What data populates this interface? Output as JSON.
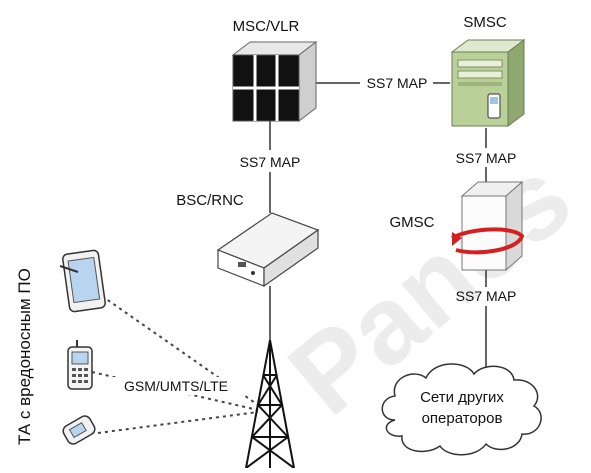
{
  "nodes": {
    "msc_vlr": "MSC/VLR",
    "smsc": "SMSC",
    "bsc_rnc": "BSC/RNC",
    "gmsc": "GMSC"
  },
  "links": {
    "msc_smsc": "SS7 MAP",
    "msc_bsc": "SS7 MAP",
    "smsc_gmsc": "SS7 MAP",
    "gmsc_cloud": "SS7 MAP",
    "radio": "GSM/UMTS/LTE"
  },
  "cloud": {
    "line1": "Сети других",
    "line2": "операторов"
  },
  "side_label": "ТА с вредоносным ПО",
  "watermark": "Panes",
  "colors": {
    "line": "#333333",
    "smsc_green": "#a9c48a",
    "msc_black": "#111111",
    "gmsc_red": "#d62020"
  }
}
